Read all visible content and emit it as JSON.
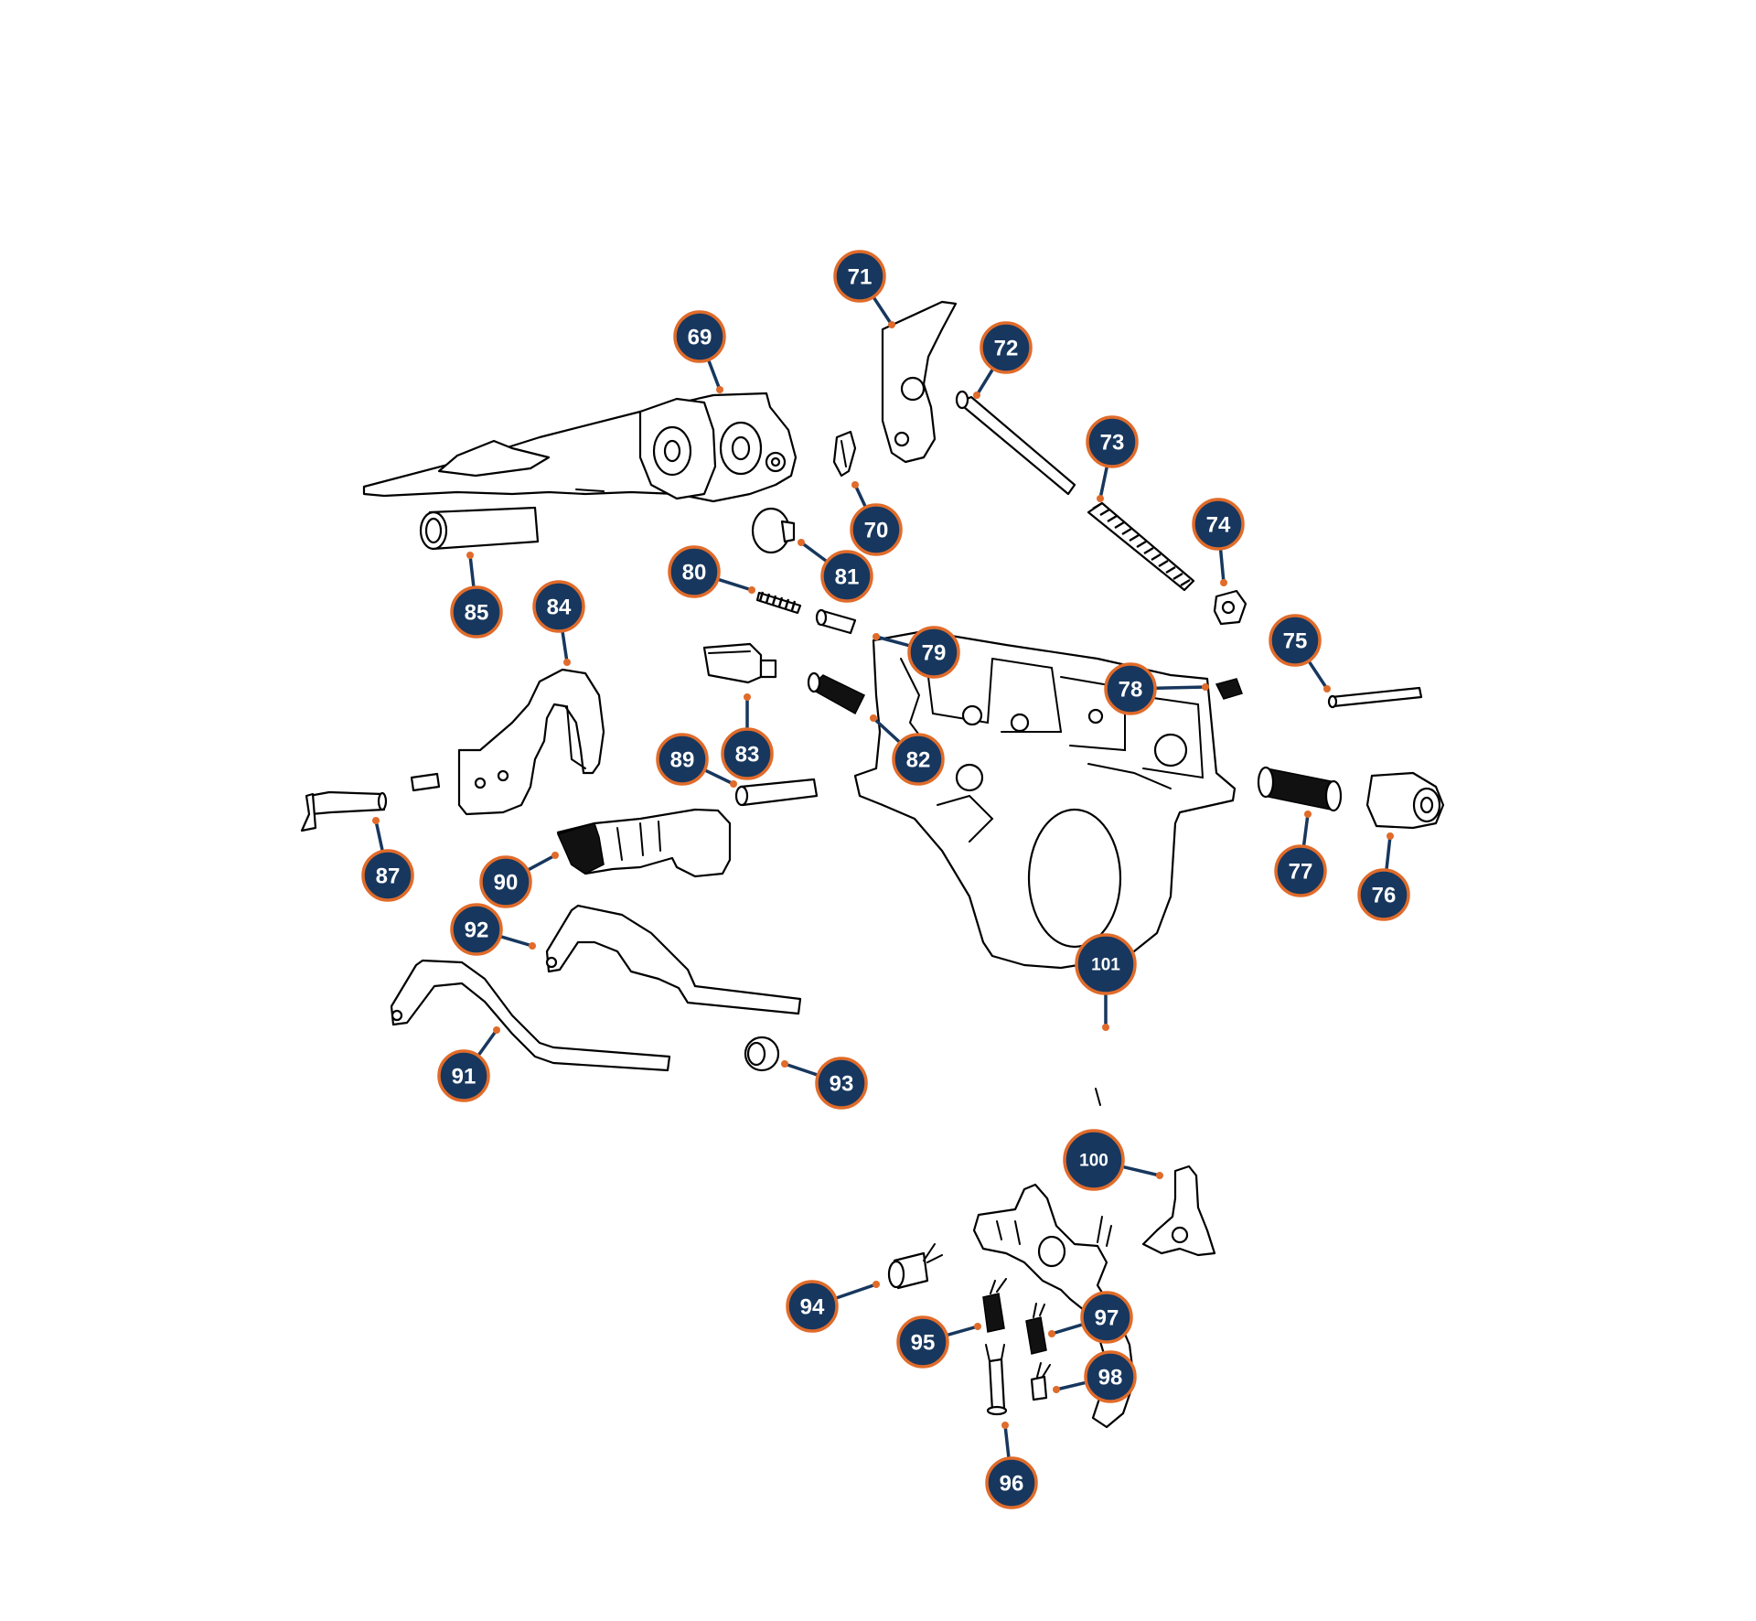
{
  "colors": {
    "badge_fill": "#17375e",
    "badge_ring": "#e06b2a",
    "leader_dot": "#e06b2a",
    "line_art": "#000000",
    "background": "#ffffff"
  },
  "callouts": [
    {
      "id": "69",
      "label": "69"
    },
    {
      "id": "70",
      "label": "70"
    },
    {
      "id": "71",
      "label": "71"
    },
    {
      "id": "72",
      "label": "72"
    },
    {
      "id": "73",
      "label": "73"
    },
    {
      "id": "74",
      "label": "74"
    },
    {
      "id": "75",
      "label": "75"
    },
    {
      "id": "76",
      "label": "76"
    },
    {
      "id": "77",
      "label": "77"
    },
    {
      "id": "78",
      "label": "78"
    },
    {
      "id": "79",
      "label": "79"
    },
    {
      "id": "80",
      "label": "80"
    },
    {
      "id": "81",
      "label": "81"
    },
    {
      "id": "82",
      "label": "82"
    },
    {
      "id": "83",
      "label": "83"
    },
    {
      "id": "84",
      "label": "84"
    },
    {
      "id": "85",
      "label": "85"
    },
    {
      "id": "87",
      "label": "87"
    },
    {
      "id": "89",
      "label": "89"
    },
    {
      "id": "90",
      "label": "90"
    },
    {
      "id": "91",
      "label": "91"
    },
    {
      "id": "92",
      "label": "92"
    },
    {
      "id": "93",
      "label": "93"
    },
    {
      "id": "94",
      "label": "94"
    },
    {
      "id": "95",
      "label": "95"
    },
    {
      "id": "96",
      "label": "96"
    },
    {
      "id": "97",
      "label": "97"
    },
    {
      "id": "98",
      "label": "98"
    },
    {
      "id": "100",
      "label": "100"
    },
    {
      "id": "101",
      "label": "101"
    }
  ]
}
